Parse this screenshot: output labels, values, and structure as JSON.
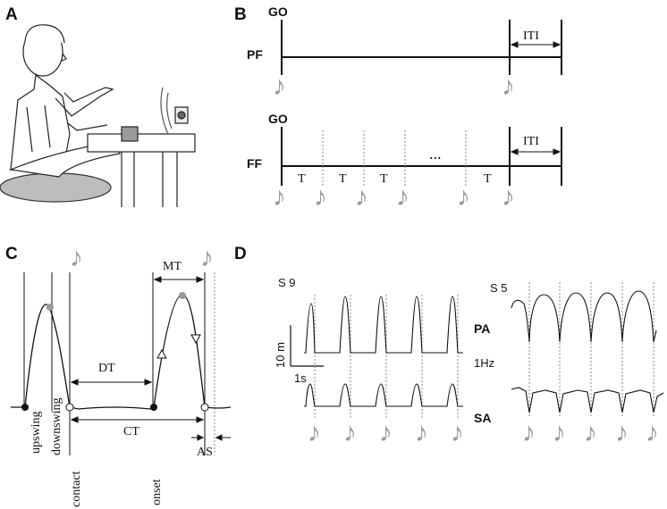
{
  "panels": {
    "a": {
      "label": "A"
    },
    "b": {
      "label": "B",
      "go_top": "GO",
      "pf": "PF",
      "iti_top": "ITI",
      "go_bottom": "GO",
      "ff": "FF",
      "iti_bottom": "ITI",
      "ellipsis": "...",
      "t_labels": [
        "T",
        "T",
        "T",
        "T"
      ]
    },
    "c": {
      "label": "C",
      "mt": "MT",
      "dt": "DT",
      "ct": "CT",
      "as": "AS",
      "upswing": "upswing",
      "downswing": "downswing",
      "contact": "contact",
      "onset": "onset"
    },
    "d": {
      "label": "D",
      "s9": "S 9",
      "s5": "S 5",
      "pa": "PA",
      "sa": "SA",
      "freq": "1Hz",
      "scale_y": "10  m",
      "scale_x": "1s"
    }
  },
  "icons": {
    "note": "music-note-icon",
    "speaker": "speaker-icon"
  }
}
